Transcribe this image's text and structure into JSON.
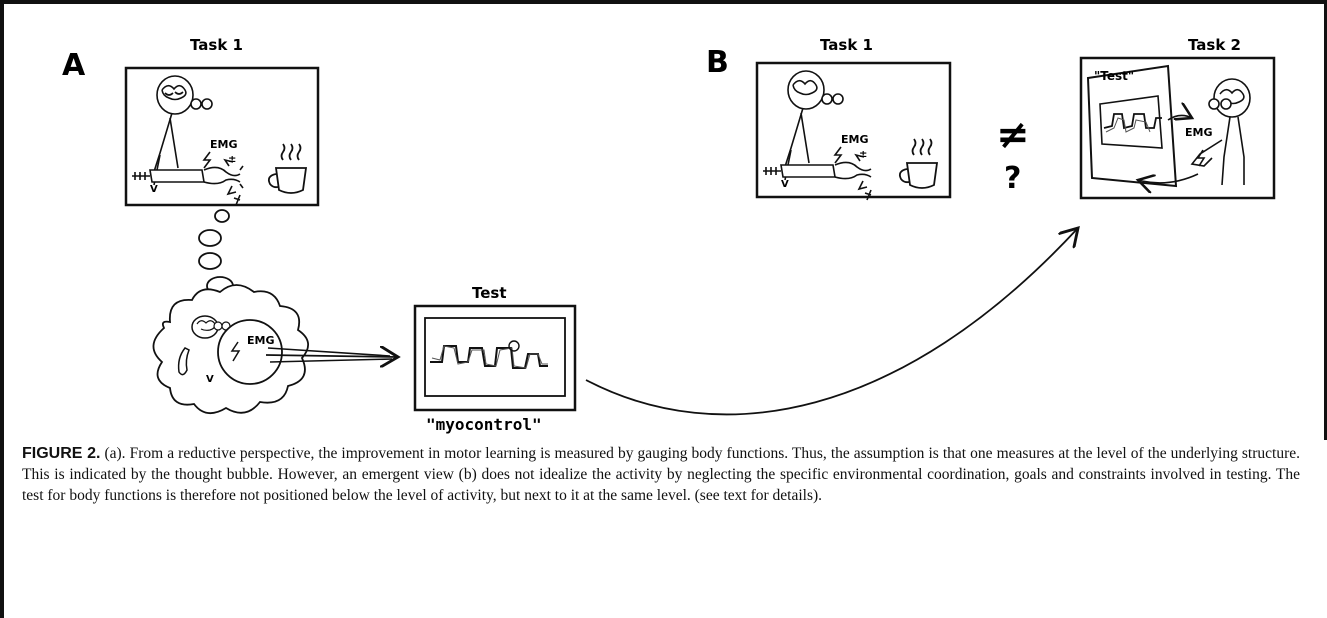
{
  "panel_a": {
    "letter": "A",
    "task_title": "Task 1",
    "emg_label": "EMG",
    "pm_label": "±",
    "v_label": "V",
    "bubble_emg_label": "EMG",
    "bubble_v_label": "V",
    "test_title": "Test",
    "test_caption": "\"myocontrol\""
  },
  "panel_b": {
    "letter": "B",
    "task1_title": "Task 1",
    "emg_label": "EMG",
    "pm_label": "±",
    "v_label": "V",
    "neq_symbol": "≠",
    "question_symbol": "?",
    "task2_title": "Task 2",
    "screen_label": "\"Test\"",
    "emg2_label": "EMG"
  },
  "caption": {
    "label": "FIGURE 2.",
    "text": " (a). From a reductive perspective, the improvement in motor learning is measured by gauging body functions. Thus, the assumption is that one measures at the level of the underlying structure. This is indicated by the thought bubble. However, an emergent view (b) does not idealize the activity by neglecting the specific environmental coordination, goals and constraints involved in testing. The test for body functions is therefore not positioned below the level of activity, but next to it at the same level. (see text for details)."
  }
}
